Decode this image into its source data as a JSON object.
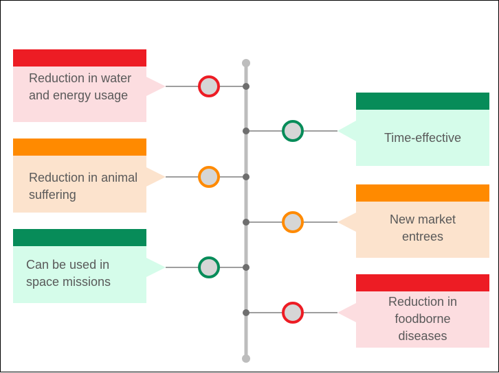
{
  "colors": {
    "red": "#ED1C24",
    "red_fill": "#FCDDE0",
    "orange": "#FF8A00",
    "orange_fill": "#FCE3CD",
    "green": "#078C59",
    "green_fill": "#D5FCEA",
    "axis": "#BDBDBD",
    "dot": "#6E6E6E",
    "node_fill": "#D6D6D6",
    "text": "#595959"
  },
  "timeline": {
    "left": [
      {
        "label": "Reduction in water and energy usage",
        "color": "red"
      },
      {
        "label": "Reduction in animal suffering",
        "color": "orange"
      },
      {
        "label": "Can be used in space missions",
        "color": "green"
      }
    ],
    "right": [
      {
        "label": "Time-effective",
        "color": "green"
      },
      {
        "label": "New market entrees",
        "color": "orange"
      },
      {
        "label": "Reduction in foodborne diseases",
        "color": "red"
      }
    ]
  }
}
